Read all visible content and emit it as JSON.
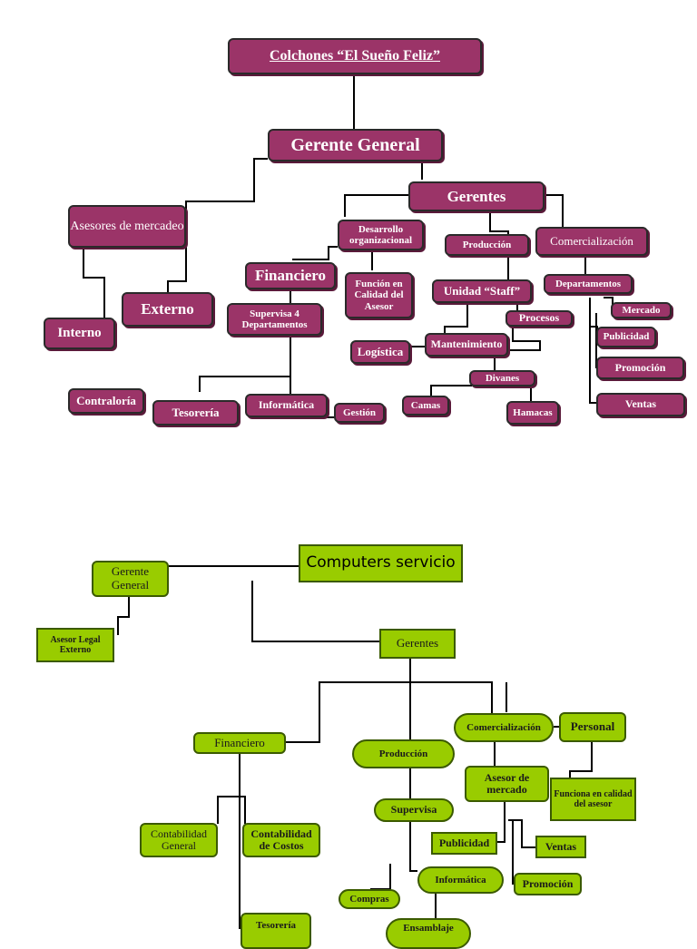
{
  "colors": {
    "magenta": "#9b3468",
    "green": "#99cc00",
    "line": "#000000"
  },
  "org1": {
    "title": "Colchones “El Sueño Feliz”",
    "gerente_general": "Gerente General",
    "gerentes": "Gerentes",
    "asesores": "Asesores de mercadeo",
    "interno": "Interno",
    "externo": "Externo",
    "desarrollo": "Desarrollo organizacional",
    "financiero": "Financiero",
    "funcion": "Función en Calidad del Asesor",
    "supervisa": "Supervisa 4 Departamentos",
    "contraloria": "Contraloría",
    "tesoreria": "Tesorería",
    "informatica": "Informática",
    "gestion": "Gestión",
    "produccion": "Producción",
    "unidad_staff": "Unidad “Staff”",
    "procesos": "Procesos",
    "mantenimiento": "Mantenimiento",
    "logistica": "Logística",
    "divanes": "Divanes",
    "camas": "Camas",
    "hamacas": "Hamacas",
    "comercializacion": "Comercialización",
    "departamentos": "Departamentos",
    "mercado": "Mercado",
    "publicidad": "Publicidad",
    "promocion": "Promoción",
    "ventas": "Ventas"
  },
  "org2": {
    "title": "Computers servicio",
    "gerente_general": "Gerente General",
    "asesor_legal": "Asesor Legal Externo",
    "gerentes": "Gerentes",
    "financiero": "Financiero",
    "produccion": "Producción",
    "comercializacion": "Comercialización",
    "personal": "Personal",
    "asesor_mercado": "Asesor de mercado",
    "funciona": "Funciona en calidad del asesor",
    "contabilidad_general": "Contabilidad General",
    "contabilidad_costos": "Contabilidad de Costos",
    "supervisa": "Supervisa",
    "publicidad": "Publicidad",
    "ventas": "Ventas",
    "informatica": "Informática",
    "promocion": "Promoción",
    "compras": "Compras",
    "tesoreria": "Tesorería",
    "ensamblaje": "Ensamblaje"
  }
}
